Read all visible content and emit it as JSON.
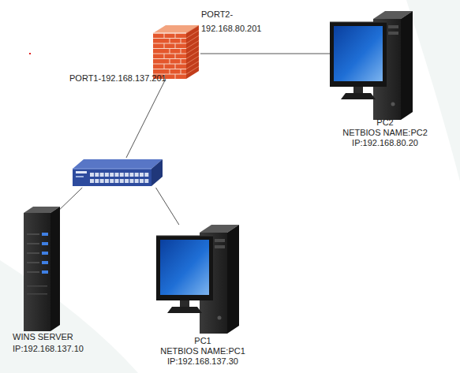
{
  "diagram": {
    "nodes": [
      {
        "text": [
          "PORT2- 192.168.80.201",
          "PORT1-192.168.137.201"
        ]
      },
      {
        "text": [
          "PC2",
          "NETBIOS NAME:PC2",
          "IP:192.168.80.20"
        ]
      },
      {
        "text": []
      },
      {
        "text": [
          "WINS SERVER",
          "IP:192.168.137.10"
        ]
      },
      {
        "text": [
          "PC1",
          "NETBIOS NAME:PC1",
          "IP:192.168.137.30"
        ]
      }
    ],
    "edges": [
      {
        "from": 0,
        "to": 1,
        "arrow": "none"
      },
      {
        "from": 0,
        "to": 2,
        "arrow": "none"
      },
      {
        "from": 2,
        "to": 3,
        "arrow": "none"
      },
      {
        "from": 2,
        "to": 4,
        "arrow": "none"
      }
    ]
  }
}
